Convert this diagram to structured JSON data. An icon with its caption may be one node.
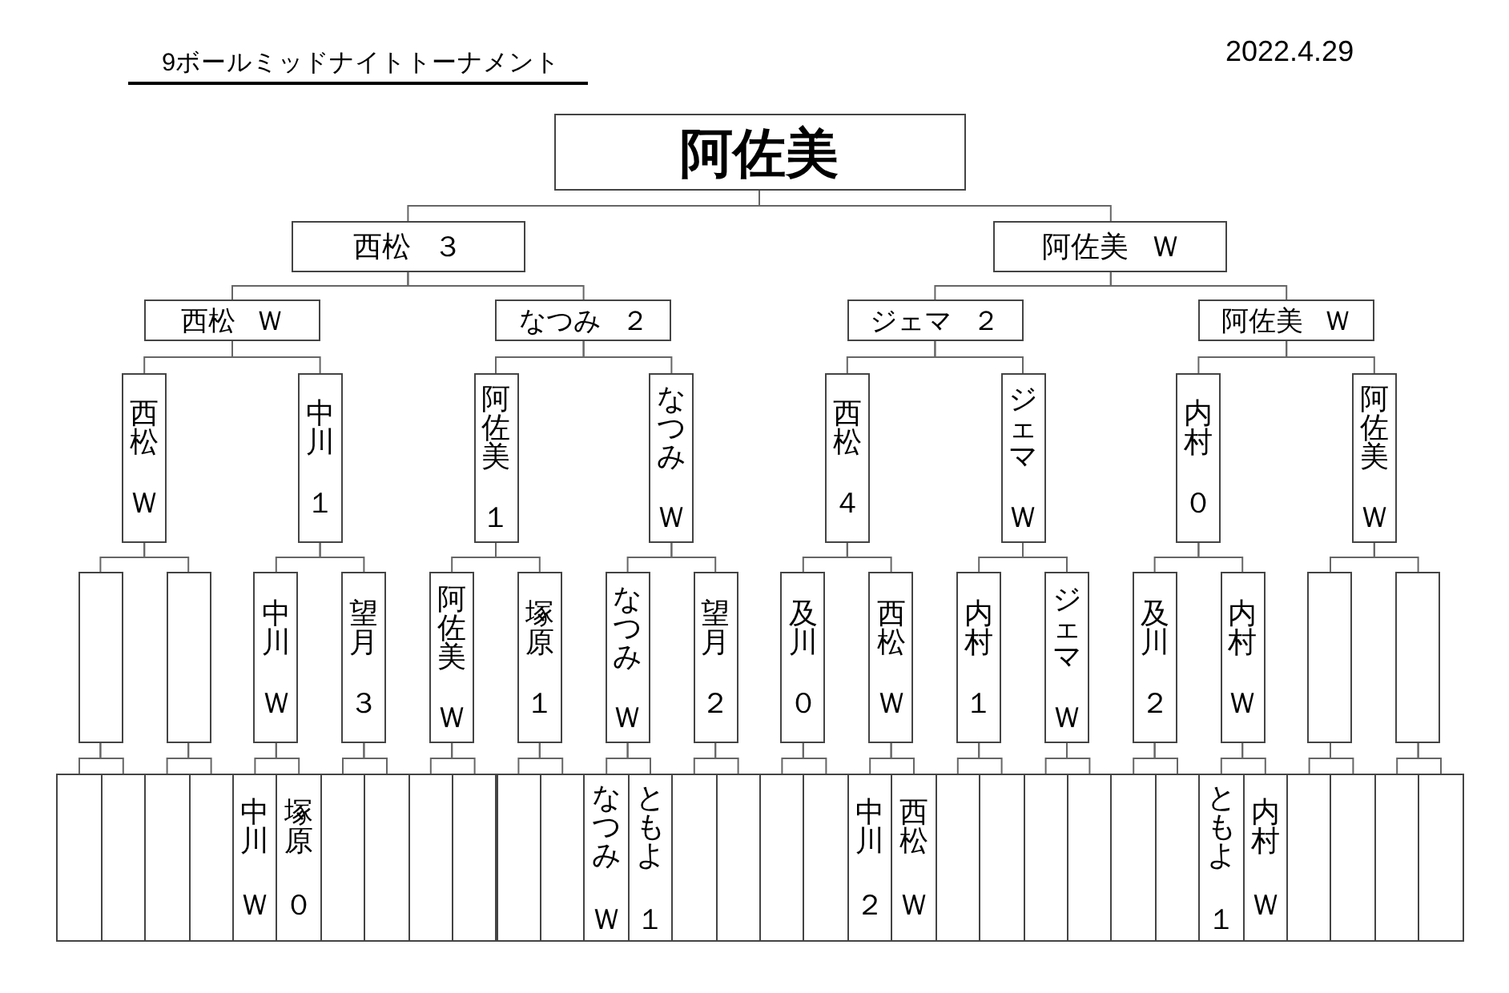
{
  "diagram": {
    "title": "9ボールミッドナイトトーナメント",
    "nodes": [
      {
        "text": [
          "阿佐美"
        ]
      },
      {
        "text": [
          "西松",
          "３"
        ]
      },
      {
        "text": [
          "阿佐美",
          "Ｗ"
        ]
      },
      {
        "text": [
          "西松",
          "Ｗ"
        ]
      },
      {
        "text": [
          "なつみ",
          "２"
        ]
      },
      {
        "text": [
          "ジェマ",
          "２"
        ]
      },
      {
        "text": [
          "阿佐美",
          "Ｗ"
        ]
      },
      {
        "text": [
          "西松",
          "Ｗ"
        ]
      },
      {
        "text": [
          "中川",
          "１"
        ]
      },
      {
        "text": [
          "阿佐美",
          "１"
        ]
      },
      {
        "text": [
          "なつみ",
          "Ｗ"
        ]
      },
      {
        "text": [
          "西松",
          "４"
        ]
      },
      {
        "text": [
          "ジェマ",
          "Ｗ"
        ]
      },
      {
        "text": [
          "内村",
          "０"
        ]
      },
      {
        "text": [
          "阿佐美",
          "Ｗ"
        ]
      },
      {
        "text": [],
        "shape": "box"
      },
      {
        "text": [],
        "shape": "box"
      },
      {
        "text": [
          "中川",
          "Ｗ"
        ]
      },
      {
        "text": [
          "望月",
          "３"
        ]
      },
      {
        "text": [
          "阿佐美",
          "Ｗ"
        ]
      },
      {
        "text": [
          "塚原",
          "１"
        ]
      },
      {
        "text": [
          "なつみ",
          "Ｗ"
        ]
      },
      {
        "text": [
          "望月",
          "２"
        ]
      },
      {
        "text": [
          "及川",
          "０"
        ]
      },
      {
        "text": [
          "西松",
          "Ｗ"
        ]
      },
      {
        "text": [
          "内村",
          "１"
        ]
      },
      {
        "text": [
          "ジェマ",
          "Ｗ"
        ]
      },
      {
        "text": [
          "及川",
          "２"
        ]
      },
      {
        "text": [
          "内村",
          "Ｗ"
        ]
      },
      {
        "text": [],
        "shape": "box"
      },
      {
        "text": [],
        "shape": "box"
      },
      {
        "text": [],
        "shape": "box"
      },
      {
        "text": [],
        "shape": "box"
      },
      {
        "text": [],
        "shape": "box"
      },
      {
        "text": [],
        "shape": "box"
      },
      {
        "text": [
          "中川",
          "Ｗ"
        ]
      },
      {
        "text": [
          "塚原",
          "０"
        ]
      },
      {
        "text": [],
        "shape": "box"
      },
      {
        "text": [],
        "shape": "box"
      },
      {
        "text": [],
        "shape": "box"
      },
      {
        "text": [],
        "shape": "box"
      },
      {
        "text": [],
        "shape": "box"
      },
      {
        "text": [],
        "shape": "box"
      },
      {
        "text": [
          "なつみ",
          "Ｗ"
        ]
      },
      {
        "text": [
          "ともよ",
          "１"
        ]
      },
      {
        "text": [],
        "shape": "box"
      },
      {
        "text": [],
        "shape": "box"
      },
      {
        "text": [],
        "shape": "box"
      },
      {
        "text": [],
        "shape": "box"
      },
      {
        "text": [
          "中川",
          "２"
        ]
      },
      {
        "text": [
          "西松",
          "Ｗ"
        ]
      },
      {
        "text": [],
        "shape": "box"
      },
      {
        "text": [],
        "shape": "box"
      },
      {
        "text": [],
        "shape": "box"
      },
      {
        "text": [],
        "shape": "box"
      },
      {
        "text": [],
        "shape": "box"
      },
      {
        "text": [],
        "shape": "box"
      },
      {
        "text": [
          "ともよ",
          "１"
        ]
      },
      {
        "text": [
          "内村",
          "Ｗ"
        ]
      },
      {
        "text": [],
        "shape": "box"
      },
      {
        "text": [],
        "shape": "box"
      },
      {
        "text": [],
        "shape": "box"
      },
      {
        "text": [],
        "shape": "box"
      }
    ],
    "edges": [
      {
        "from": 1,
        "to": 0,
        "arrow": "none"
      },
      {
        "from": 2,
        "to": 0,
        "arrow": "none"
      },
      {
        "from": 3,
        "to": 1,
        "arrow": "none"
      },
      {
        "from": 4,
        "to": 1,
        "arrow": "none"
      },
      {
        "from": 5,
        "to": 2,
        "arrow": "none"
      },
      {
        "from": 6,
        "to": 2,
        "arrow": "none"
      },
      {
        "from": 7,
        "to": 3,
        "arrow": "none"
      },
      {
        "from": 8,
        "to": 3,
        "arrow": "none"
      },
      {
        "from": 9,
        "to": 4,
        "arrow": "none"
      },
      {
        "from": 10,
        "to": 4,
        "arrow": "none"
      },
      {
        "from": 11,
        "to": 5,
        "arrow": "none"
      },
      {
        "from": 12,
        "to": 5,
        "arrow": "none"
      },
      {
        "from": 13,
        "to": 6,
        "arrow": "none"
      },
      {
        "from": 14,
        "to": 6,
        "arrow": "none"
      },
      {
        "from": 15,
        "to": 7,
        "arrow": "none"
      },
      {
        "from": 16,
        "to": 7,
        "arrow": "none"
      },
      {
        "from": 17,
        "to": 8,
        "arrow": "none"
      },
      {
        "from": 18,
        "to": 8,
        "arrow": "none"
      },
      {
        "from": 19,
        "to": 9,
        "arrow": "none"
      },
      {
        "from": 20,
        "to": 9,
        "arrow": "none"
      },
      {
        "from": 21,
        "to": 10,
        "arrow": "none"
      },
      {
        "from": 22,
        "to": 10,
        "arrow": "none"
      },
      {
        "from": 23,
        "to": 11,
        "arrow": "none"
      },
      {
        "from": 24,
        "to": 11,
        "arrow": "none"
      },
      {
        "from": 25,
        "to": 12,
        "arrow": "none"
      },
      {
        "from": 26,
        "to": 12,
        "arrow": "none"
      },
      {
        "from": 27,
        "to": 13,
        "arrow": "none"
      },
      {
        "from": 28,
        "to": 13,
        "arrow": "none"
      },
      {
        "from": 29,
        "to": 14,
        "arrow": "none"
      },
      {
        "from": 30,
        "to": 14,
        "arrow": "none"
      },
      {
        "from": 31,
        "to": 15,
        "arrow": "none"
      },
      {
        "from": 32,
        "to": 15,
        "arrow": "none"
      },
      {
        "from": 33,
        "to": 16,
        "arrow": "none"
      },
      {
        "from": 34,
        "to": 16,
        "arrow": "none"
      },
      {
        "from": 35,
        "to": 17,
        "arrow": "none"
      },
      {
        "from": 36,
        "to": 17,
        "arrow": "none"
      },
      {
        "from": 37,
        "to": 18,
        "arrow": "none"
      },
      {
        "from": 38,
        "to": 18,
        "arrow": "none"
      },
      {
        "from": 39,
        "to": 19,
        "arrow": "none"
      },
      {
        "from": 40,
        "to": 19,
        "arrow": "none"
      },
      {
        "from": 41,
        "to": 20,
        "arrow": "none"
      },
      {
        "from": 42,
        "to": 20,
        "arrow": "none"
      },
      {
        "from": 43,
        "to": 21,
        "arrow": "none"
      },
      {
        "from": 44,
        "to": 21,
        "arrow": "none"
      },
      {
        "from": 45,
        "to": 22,
        "arrow": "none"
      },
      {
        "from": 46,
        "to": 22,
        "arrow": "none"
      },
      {
        "from": 47,
        "to": 23,
        "arrow": "none"
      },
      {
        "from": 48,
        "to": 23,
        "arrow": "none"
      },
      {
        "from": 49,
        "to": 24,
        "arrow": "none"
      },
      {
        "from": 50,
        "to": 24,
        "arrow": "none"
      },
      {
        "from": 51,
        "to": 25,
        "arrow": "none"
      },
      {
        "from": 52,
        "to": 25,
        "arrow": "none"
      },
      {
        "from": 53,
        "to": 26,
        "arrow": "none"
      },
      {
        "from": 54,
        "to": 26,
        "arrow": "none"
      },
      {
        "from": 55,
        "to": 27,
        "arrow": "none"
      },
      {
        "from": 56,
        "to": 27,
        "arrow": "none"
      },
      {
        "from": 57,
        "to": 28,
        "arrow": "none"
      },
      {
        "from": 58,
        "to": 28,
        "arrow": "none"
      },
      {
        "from": 59,
        "to": 29,
        "arrow": "none"
      },
      {
        "from": 60,
        "to": 29,
        "arrow": "none"
      },
      {
        "from": 61,
        "to": 30,
        "arrow": "none"
      },
      {
        "from": 62,
        "to": 30,
        "arrow": "none"
      }
    ],
    "labels": [
      "2022.4.29"
    ]
  }
}
